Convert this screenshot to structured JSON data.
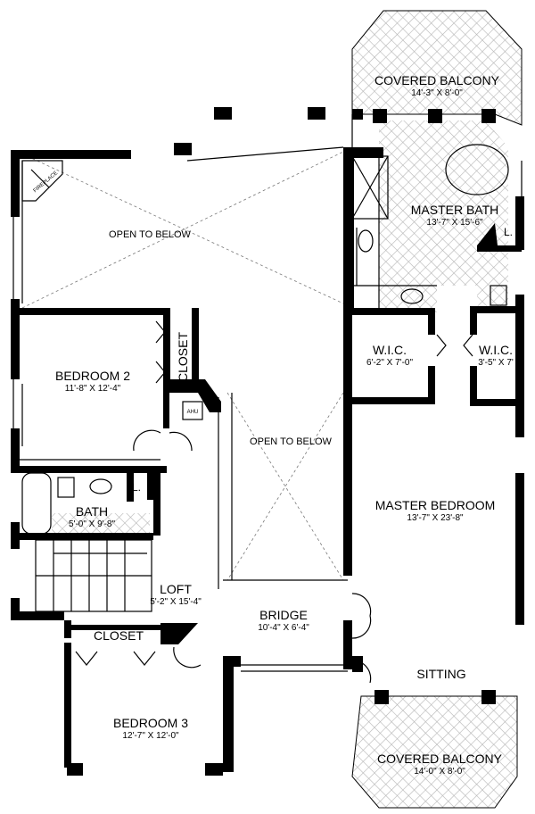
{
  "rooms": {
    "covered_balcony_top": {
      "name": "COVERED BALCONY",
      "dims": "14'-3\" X 8'-0\""
    },
    "master_bath": {
      "name": "MASTER BATH",
      "dims": "13'-7\" X 15'-6\""
    },
    "open_below_upper": {
      "name": "OPEN TO BELOW"
    },
    "open_below_center": {
      "name": "OPEN TO BELOW"
    },
    "fireplace": {
      "name": "FIREPLACE"
    },
    "bedroom2": {
      "name": "BEDROOM 2",
      "dims": "11'-8\" X 12'-4\""
    },
    "closet_bed2": {
      "name": "CLOSET"
    },
    "ahu": {
      "name": "AHU"
    },
    "wic_left": {
      "name": "W.I.C.",
      "dims": "6'-2\" X 7'-0\""
    },
    "wic_right": {
      "name": "W.I.C.",
      "dims": "3'-5\" X 7'"
    },
    "linen_bath": {
      "name": "L."
    },
    "linen_master": {
      "name": "L."
    },
    "bath": {
      "name": "BATH",
      "dims": "5'-0\" X 9'-8\""
    },
    "master_bedroom": {
      "name": "MASTER BEDROOM",
      "dims": "13'-7\" X 23'-8\""
    },
    "loft": {
      "name": "LOFT",
      "dims": "5'-2\" X 15'-4\""
    },
    "bridge": {
      "name": "BRIDGE",
      "dims": "10'-4\" X 6'-4\""
    },
    "closet_bed3": {
      "name": "CLOSET"
    },
    "sitting": {
      "name": "SITTING"
    },
    "bedroom3": {
      "name": "BEDROOM 3",
      "dims": "12'-7\" X 12'-0\""
    },
    "covered_balcony_bottom": {
      "name": "COVERED BALCONY",
      "dims": "14'-0\" X 8'-0\""
    }
  },
  "colors": {
    "wall": "#000000",
    "line": "#000000",
    "hatch": "#b5b5b5",
    "background": "#ffffff"
  }
}
